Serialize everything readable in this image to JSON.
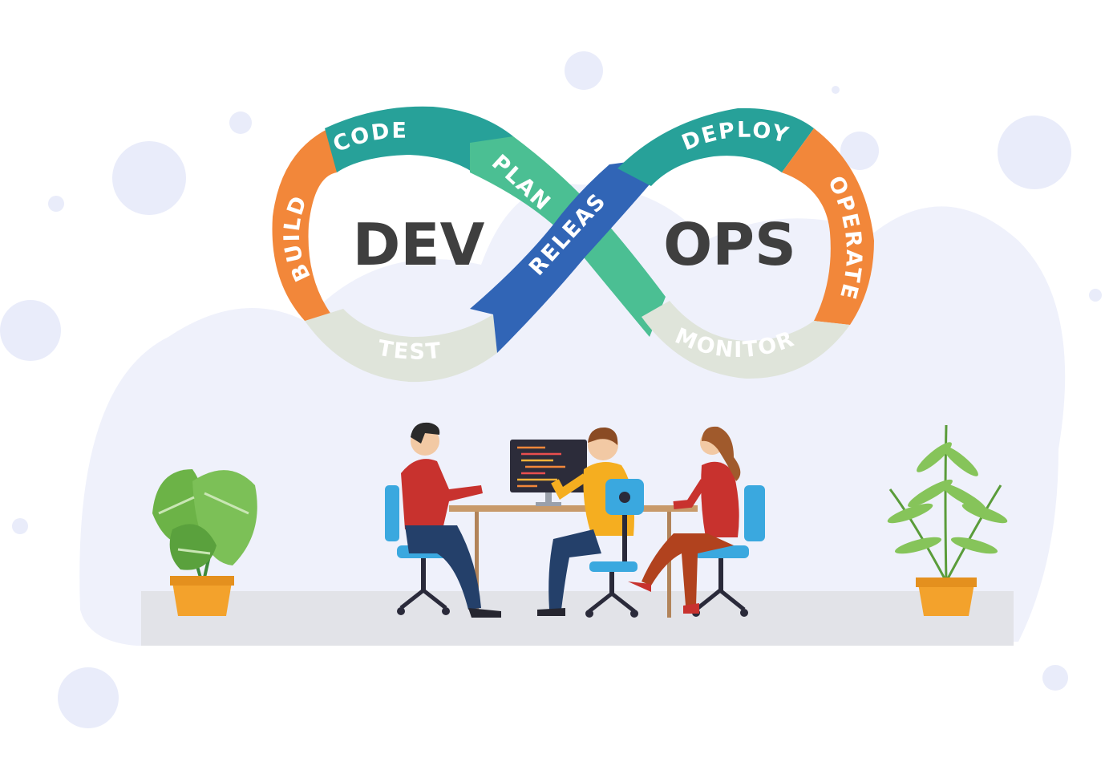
{
  "diagram": {
    "center_left": "DEV",
    "center_right": "OPS",
    "stages": {
      "code": "CODE",
      "build": "BUILD",
      "test": "TEST",
      "plan": "PLAN",
      "release": "RELEASE",
      "deploy": "DEPLOY",
      "operate": "OPERATE",
      "monitor": "MONITOR"
    }
  },
  "colors": {
    "teal": "#27a199",
    "green": "#4bbf93",
    "orange": "#f2873a",
    "grey": "#dfe4da",
    "blue": "#3165b6",
    "background_blob": "#eff1fb",
    "floor": "#e2e3e8"
  },
  "illustration": {
    "people": [
      "man-red-shirt",
      "man-yellow-shirt",
      "woman-red-jacket"
    ],
    "plants": [
      "monstera-plant",
      "fern-plant"
    ],
    "monitor": "code-monitor"
  }
}
